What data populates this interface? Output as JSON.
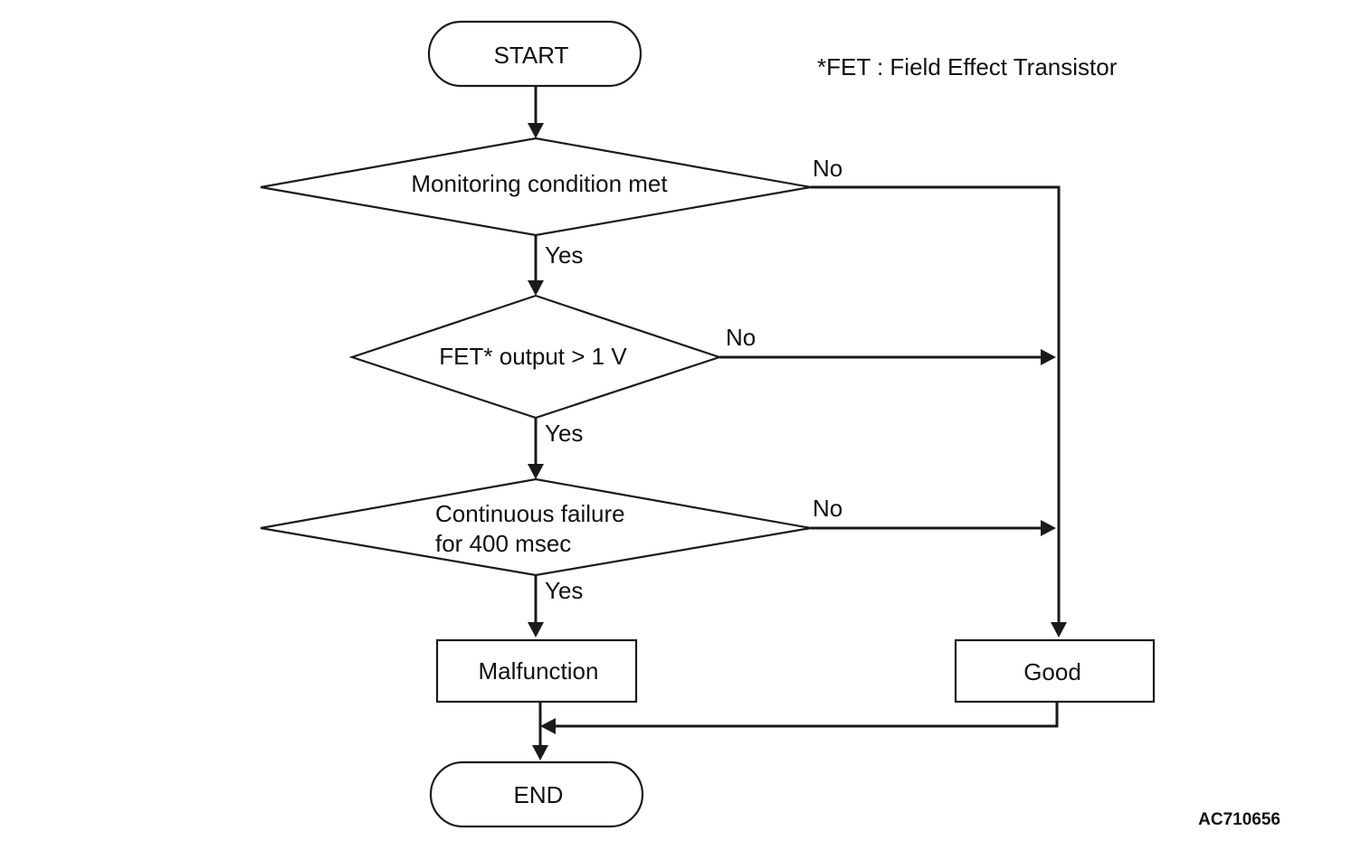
{
  "diagram": {
    "start_label": "START",
    "end_label": "END",
    "note": "*FET : Field Effect Transistor",
    "decisions": [
      {
        "lines": [
          "Monitoring condition met"
        ],
        "no_label": "No",
        "yes_label": "Yes"
      },
      {
        "lines": [
          "FET* output > 1 V"
        ],
        "no_label": "No",
        "yes_label": "Yes"
      },
      {
        "lines": [
          "Continuous failure",
          "for 400 msec"
        ],
        "no_label": "No",
        "yes_label": "Yes"
      }
    ],
    "malfunction_label": "Malfunction",
    "good_label": "Good",
    "figure_code": "AC710656"
  }
}
